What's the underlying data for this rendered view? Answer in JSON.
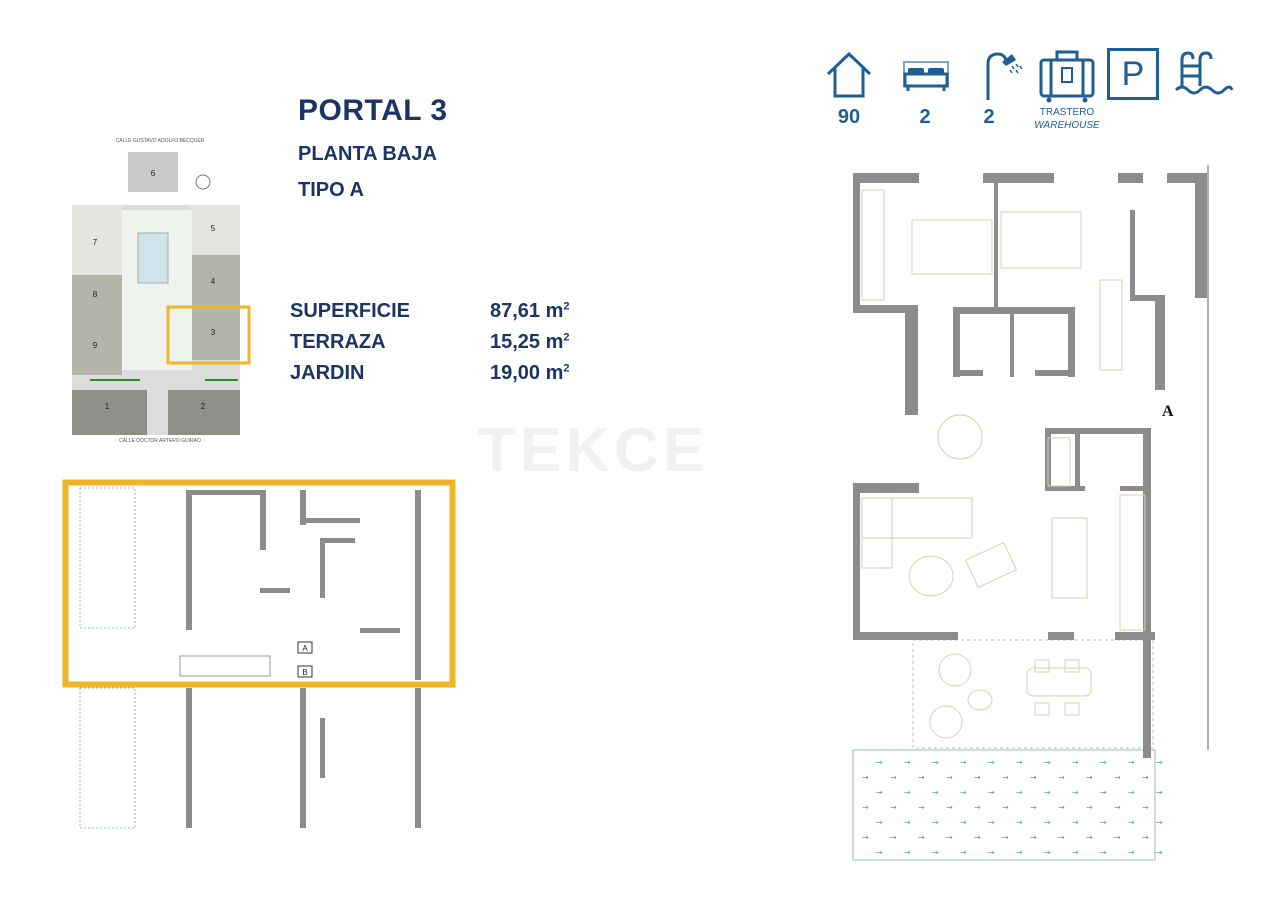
{
  "header": {
    "title": "PORTAL 3",
    "floor": "PLANTA BAJA",
    "type": "TIPO A"
  },
  "areas": [
    {
      "label": "SUPERFICIE",
      "value": "87,61 m",
      "unit_sup": "2"
    },
    {
      "label": "TERRAZA",
      "value": "15,25 m",
      "unit_sup": "2"
    },
    {
      "label": "JARDIN",
      "value": "19,00 m",
      "unit_sup": "2"
    }
  ],
  "features": {
    "area": {
      "icon": "house-icon",
      "value": "90"
    },
    "bedrooms": {
      "icon": "bed-icon",
      "value": "2"
    },
    "bathrooms": {
      "icon": "shower-icon",
      "value": "2"
    },
    "storage": {
      "icon": "suitcase-icon",
      "label": "TRASTERO",
      "label_en": "WAREHOUSE"
    },
    "parking": {
      "icon": "parking-icon",
      "label": "P"
    },
    "pool": {
      "icon": "pool-ladder-icon"
    }
  },
  "site_plan": {
    "street_top": "CALLE GUSTAVO ADOLFO BÉCQUER",
    "street_bottom": "CALLE DOCTOR ARTERO GUIRAO",
    "blocks": [
      "1",
      "2",
      "3",
      "4",
      "5",
      "6",
      "7",
      "8",
      "9"
    ],
    "highlighted_block": "3"
  },
  "floor_plan_small": {
    "unit_a": "A",
    "unit_b": "B"
  },
  "floor_plan_main": {
    "unit_label": "A"
  },
  "watermark": "TEKCE",
  "colors": {
    "navy": "#1c3563",
    "icon_blue": "#1f5f93",
    "highlight": "#f0b429",
    "wall": "#8c8c8c"
  }
}
